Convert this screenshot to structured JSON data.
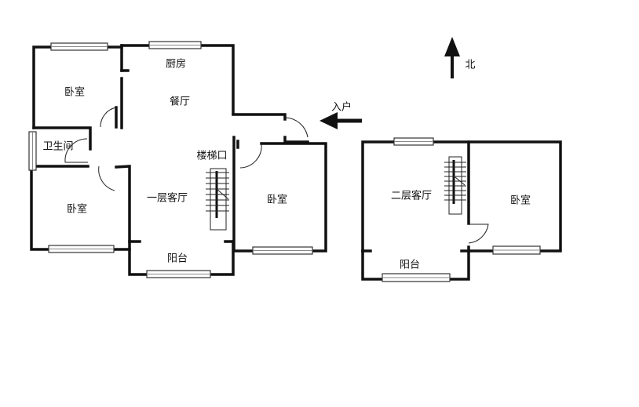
{
  "floor1": {
    "rooms": {
      "bedroom_nw": "卧室",
      "kitchen": "厨房",
      "dining": "餐厅",
      "bathroom": "卫生间",
      "stairwell": "楼梯口",
      "living": "一层客厅",
      "bedroom_sw": "卧室",
      "bedroom_e": "卧室",
      "balcony": "阳台"
    }
  },
  "floor2": {
    "rooms": {
      "living": "二层客厅",
      "bedroom": "卧室",
      "balcony": "阳台"
    }
  },
  "entrance_label": "入户",
  "north_label": "北"
}
